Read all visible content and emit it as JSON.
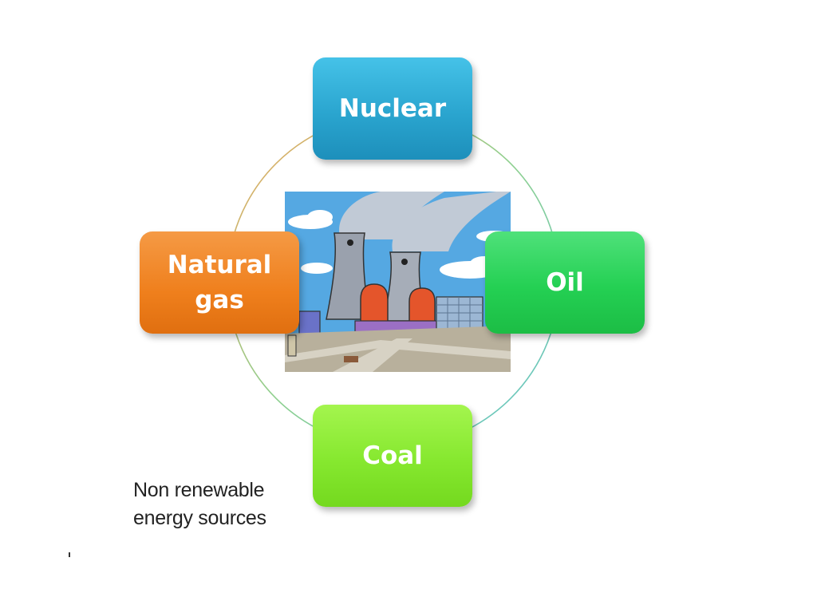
{
  "diagram": {
    "nodes": {
      "nuclear": "Nuclear",
      "natural_gas": "Natural\ngas",
      "oil": "Oil",
      "coal": "Coal"
    },
    "caption": "Non renewable\nenergy sources",
    "picture_subject": "cartoon-nuclear-power-plant",
    "colors": {
      "nuclear": "#2aa5cf",
      "natural_gas": "#ef7f1c",
      "oil": "#24d053",
      "coal": "#86e82f"
    }
  }
}
